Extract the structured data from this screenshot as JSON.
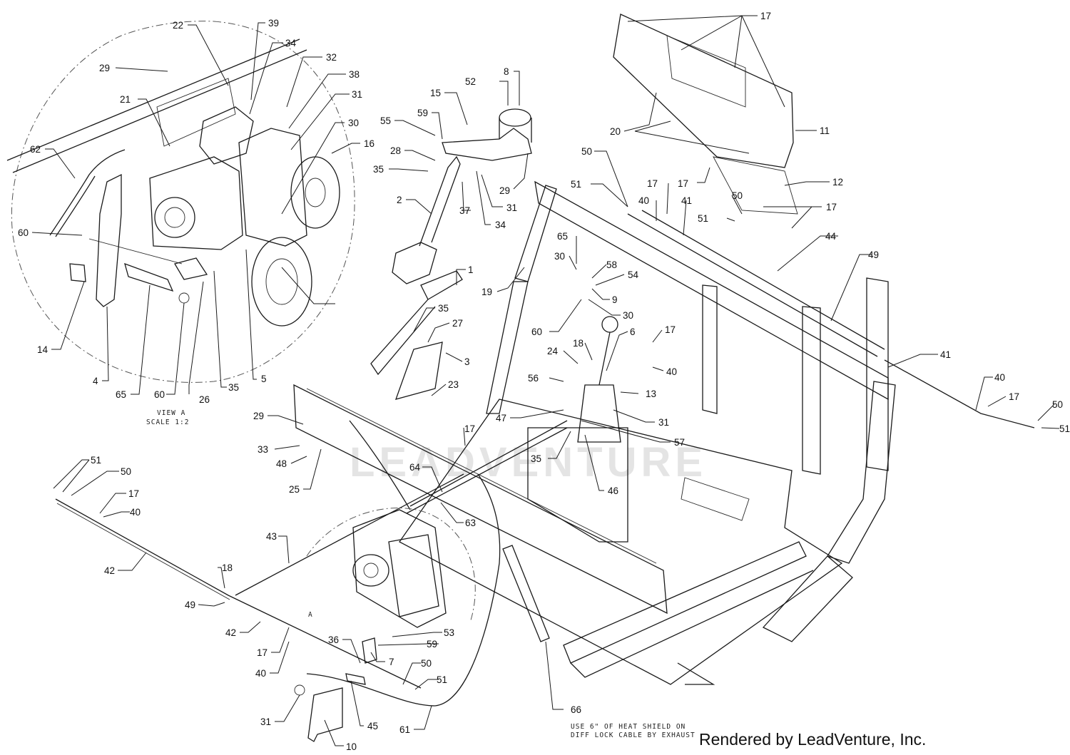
{
  "watermark": "LEADVENTURE",
  "view_label": {
    "line1": "VIEW A",
    "line2": "SCALE 1:2"
  },
  "detail_marker": "A",
  "note": {
    "line1": "USE 6\" OF HEAT SHIELD ON",
    "line2": "DIFF LOCK CABLE BY EXHAUST"
  },
  "credit": "Rendered by LeadVenture, Inc.",
  "callouts": [
    "22",
    "39",
    "34",
    "32",
    "38",
    "31",
    "30",
    "16",
    "29",
    "21",
    "62",
    "60",
    "14",
    "4",
    "65",
    "60",
    "26",
    "35",
    "5",
    "8",
    "52",
    "15",
    "59",
    "55",
    "28",
    "35",
    "2",
    "37",
    "31",
    "34",
    "29",
    "17",
    "20",
    "11",
    "12",
    "17",
    "17",
    "50",
    "51",
    "40",
    "41",
    "17",
    "50",
    "51",
    "65",
    "30",
    "58",
    "54",
    "9",
    "30",
    "60",
    "19",
    "1",
    "35",
    "27",
    "3",
    "23",
    "18",
    "6",
    "17",
    "24",
    "56",
    "40",
    "13",
    "47",
    "31",
    "57",
    "35",
    "46",
    "17",
    "29",
    "33",
    "48",
    "25",
    "44",
    "49",
    "41",
    "40",
    "17",
    "50",
    "51",
    "51",
    "50",
    "17",
    "40",
    "64",
    "63",
    "43",
    "42",
    "18",
    "49",
    "42",
    "17",
    "40",
    "36",
    "53",
    "59",
    "7",
    "50",
    "51",
    "31",
    "10",
    "45",
    "61",
    "66"
  ]
}
